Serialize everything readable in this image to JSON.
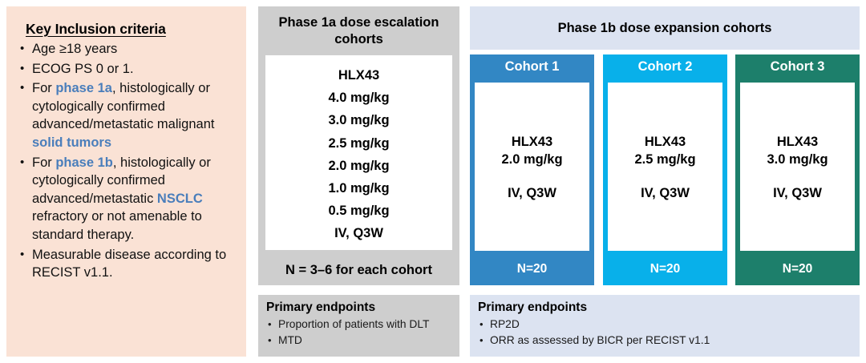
{
  "inclusion": {
    "title": "Key Inclusion criteria",
    "bullet_glyph": "•",
    "items": [
      {
        "segments": [
          {
            "text": "Age ≥18 years",
            "highlight": false
          }
        ]
      },
      {
        "segments": [
          {
            "text": "ECOG PS 0 or 1.",
            "highlight": false
          }
        ]
      },
      {
        "segments": [
          {
            "text": "For ",
            "highlight": false
          },
          {
            "text": "phase 1a",
            "highlight": true
          },
          {
            "text": ", histologically or cytologically confirmed advanced/metastatic malignant ",
            "highlight": false
          },
          {
            "text": "solid tumors",
            "highlight": true
          }
        ]
      },
      {
        "segments": [
          {
            "text": "For ",
            "highlight": false
          },
          {
            "text": "phase 1b",
            "highlight": true
          },
          {
            "text": ", histologically or cytologically confirmed advanced/metastatic ",
            "highlight": false
          },
          {
            "text": "NSCLC",
            "highlight": true
          },
          {
            "text": " refractory or not amenable to standard therapy.",
            "highlight": false
          }
        ]
      },
      {
        "segments": [
          {
            "text": "Measurable disease according to RECIST v1.1.",
            "highlight": false
          }
        ]
      }
    ]
  },
  "phase1a": {
    "header": "Phase 1a dose escalation cohorts",
    "drug": "HLX43",
    "doses": [
      "4.0 mg/kg",
      "3.0 mg/kg",
      "2.5 mg/kg",
      "2.0 mg/kg",
      "1.0 mg/kg",
      "0.5 mg/kg"
    ],
    "route": "IV, Q3W",
    "sample_size": "N = 3–6 for each cohort",
    "endpoints": {
      "title": "Primary endpoints",
      "items": [
        "Proportion of patients with DLT",
        "MTD"
      ]
    }
  },
  "phase1b": {
    "header": "Phase 1b dose expansion cohorts",
    "cohorts": [
      {
        "title": "Cohort 1",
        "drug": "HLX43",
        "dose": "2.0 mg/kg",
        "route": "IV, Q3W",
        "sample_size": "N=20",
        "color": "#3287c4"
      },
      {
        "title": "Cohort 2",
        "drug": "HLX43",
        "dose": "2.5 mg/kg",
        "route": "IV, Q3W",
        "sample_size": "N=20",
        "color": "#08b0ea"
      },
      {
        "title": "Cohort 3",
        "drug": "HLX43",
        "dose": "3.0 mg/kg",
        "route": "IV, Q3W",
        "sample_size": "N=20",
        "color": "#1d7f6b"
      }
    ],
    "endpoints": {
      "title": "Primary endpoints",
      "items": [
        "RP2D",
        "ORR as assessed by BICR per RECIST v1.1"
      ]
    }
  },
  "colors": {
    "inclusion_background": "#fae2d5",
    "phase1a_background": "#cecece",
    "phase1b_background": "#dce3f1",
    "highlight_text": "#4a7ebb"
  }
}
